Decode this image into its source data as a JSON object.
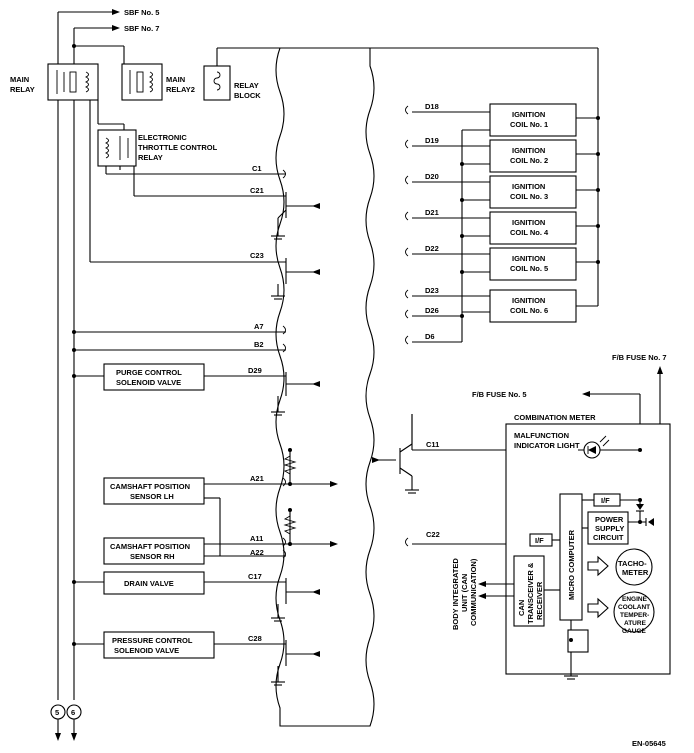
{
  "supplies": {
    "sbf5": "SBF No. 5",
    "sbf7": "SBF No. 7",
    "fb5": "F/B FUSE No. 5",
    "fb7": "F/B FUSE No. 7"
  },
  "relays": {
    "main1": "MAIN",
    "main2": "RELAY",
    "relay2_1": "MAIN",
    "relay2_2": "RELAY2",
    "block1": "RELAY",
    "block2": "BLOCK",
    "etc1": "ELECTRONIC",
    "etc2": "THROTTLE CONTROL",
    "etc3": "RELAY"
  },
  "coils": [
    {
      "l1": "IGNITION",
      "l2": "COIL No. 1",
      "pin": "D18"
    },
    {
      "l1": "IGNITION",
      "l2": "COIL No. 2",
      "pin": "D19"
    },
    {
      "l1": "IGNITION",
      "l2": "COIL No. 3",
      "pin": "D20"
    },
    {
      "l1": "IGNITION",
      "l2": "COIL No. 4",
      "pin": "D21"
    },
    {
      "l1": "IGNITION",
      "l2": "COIL No. 5",
      "pin": "D22"
    },
    {
      "l1": "IGNITION",
      "l2": "COIL No. 6",
      "pin": "D23"
    }
  ],
  "pins": {
    "d26": "D26",
    "d6": "D6",
    "c1": "C1",
    "c21": "C21",
    "c23": "C23",
    "a7": "A7",
    "b2": "B2",
    "d29": "D29",
    "a21": "A21",
    "a11": "A11",
    "a22": "A22",
    "c17": "C17",
    "c28": "C28",
    "c11": "C11",
    "c22": "C22"
  },
  "components": {
    "purge1": "PURGE CONTROL",
    "purge2": "SOLENOID VALVE",
    "camlh1": "CAMSHAFT POSITION",
    "camlh2": "SENSOR LH",
    "camrh1": "CAMSHAFT POSITION",
    "camrh2": "SENSOR RH",
    "drain": "DRAIN VALVE",
    "pres1": "PRESSURE CONTROL",
    "pres2": "SOLENOID VALVE"
  },
  "meter": {
    "title": "COMBINATION METER",
    "mil1": "MALFUNCTION",
    "mil2": "INDICATOR LIGHT",
    "if": "I/F",
    "micro": "MICRO COMPUTER",
    "ps1": "POWER",
    "ps2": "SUPPLY",
    "ps3": "CIRCUIT",
    "tacho1": "TACHO-",
    "tacho2": "METER",
    "g1": "ENGINE",
    "g2": "COOLANT",
    "g3": "TEMPER-",
    "g4": "ATURE",
    "g5": "GAUGE",
    "can1": "CAN",
    "can2": "TRANSCEIVER &",
    "can3": "RECEIVER",
    "body1": "BODY INTEGRATED",
    "body2": "UNIT (CAN",
    "body3": "COMMUNICATION)"
  },
  "terminals": [
    "5",
    "6"
  ],
  "code": "EN-05645"
}
